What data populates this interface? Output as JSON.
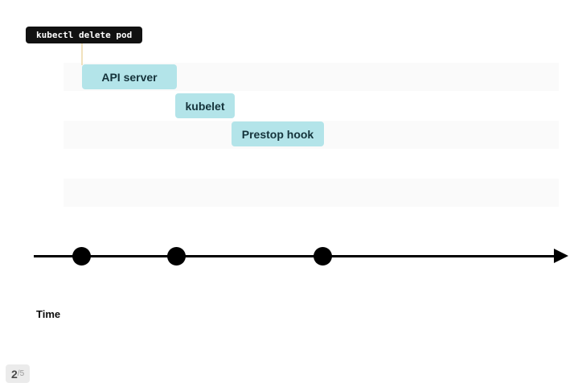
{
  "tooltip": {
    "label": "kubectl delete pod"
  },
  "lanes": [
    {
      "label": "API server"
    },
    {
      "label": "kubelet"
    },
    {
      "label": "Prestop hook"
    }
  ],
  "timeline": {
    "axis_label": "Time",
    "dot_count": 3
  },
  "pager": {
    "current": "2",
    "rest": "/5"
  },
  "chart_data": {
    "type": "table",
    "title": "",
    "annotation": "kubectl delete pod",
    "lanes": [
      "API server",
      "kubelet",
      "Prestop hook"
    ],
    "note": "cascading timeline bars over a left-to-right time axis with three event dots",
    "xlabel": "Time"
  },
  "colors": {
    "bar_fill": "#b3e4e9",
    "bar_text": "#15333b",
    "band": "#fafafa",
    "tooltip_bg": "#111111",
    "tooltip_text": "#ffffff",
    "connector": "#f1e1bd",
    "timeline": "#000000",
    "badge_bg": "#ebebeb",
    "badge_current": "#4a4a4a",
    "badge_total": "#9a9a9a"
  }
}
